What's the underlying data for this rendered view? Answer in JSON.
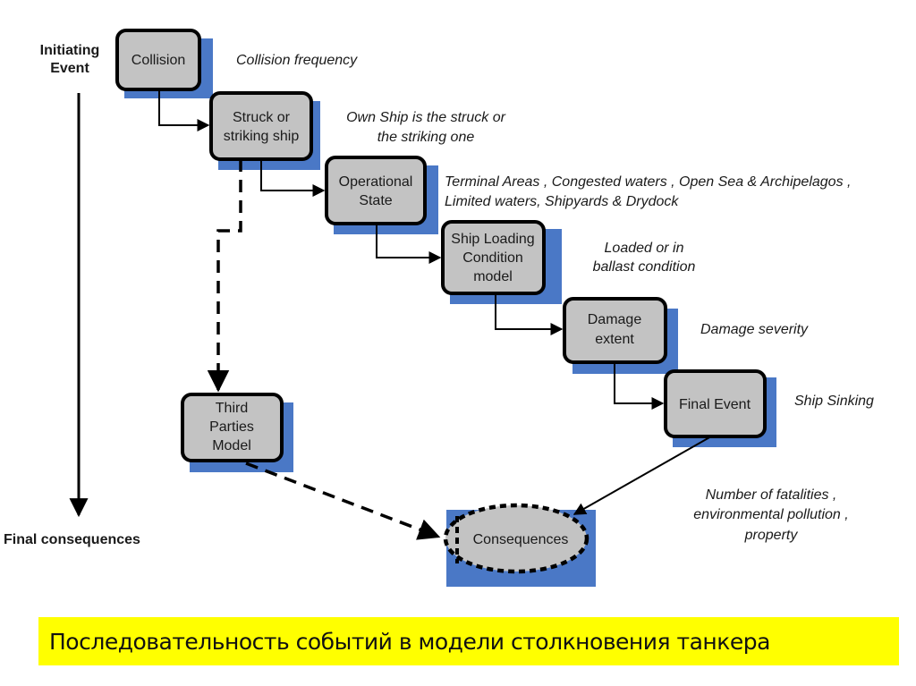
{
  "colors": {
    "shadow": "#4a78c6",
    "node_fill": "#c3c3c3",
    "stroke": "#000000",
    "caption_bg": "#ffff00"
  },
  "axis": {
    "top_label_line1": "Initiating",
    "top_label_line2": "Event",
    "bottom_label": "Final consequences"
  },
  "nodes": {
    "collision": {
      "lines": [
        "Collision"
      ],
      "annotation": [
        "Collision frequency"
      ]
    },
    "struck": {
      "lines": [
        "Struck or",
        "striking ship"
      ],
      "annotation": [
        "Own Ship is the struck or",
        "the striking one"
      ]
    },
    "operational": {
      "lines": [
        "Operational",
        "State"
      ],
      "annotation": [
        "Terminal Areas , Congested waters , Open Sea  & Archipelagos ,",
        "Limited waters, Shipyards  & Drydock"
      ]
    },
    "loading": {
      "lines": [
        "Ship Loading",
        "Condition",
        "model"
      ],
      "annotation": [
        "Loaded or in",
        "ballast condition"
      ]
    },
    "damage": {
      "lines": [
        "Damage",
        "extent"
      ],
      "annotation": [
        "Damage severity"
      ]
    },
    "final": {
      "lines": [
        "Final Event"
      ],
      "annotation": [
        "Ship Sinking"
      ]
    },
    "third": {
      "lines": [
        "Third",
        "Parties",
        "Model"
      ],
      "annotation": []
    },
    "consequences": {
      "lines": [
        "Consequences"
      ],
      "annotation": [
        "Number of fatalities ,",
        "environmental pollution ,",
        "property"
      ]
    }
  },
  "caption": "Последовательность событий в модели столкновения танкера"
}
